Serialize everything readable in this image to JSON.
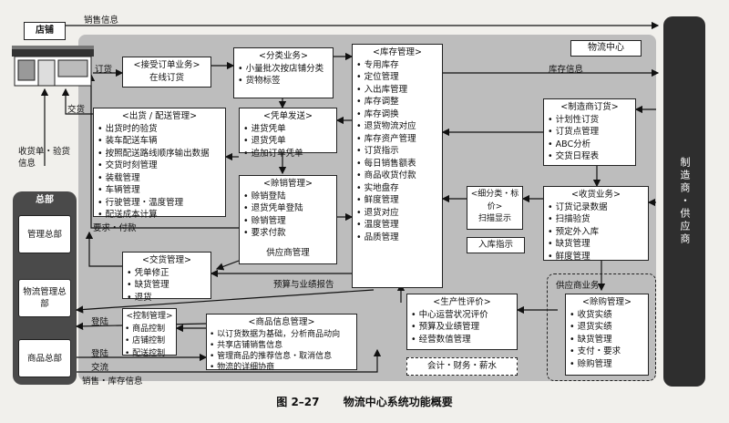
{
  "store": {
    "label": "店铺"
  },
  "center": {
    "label": "物流中心"
  },
  "hq": {
    "label": "总部",
    "mgmt": "管理总部",
    "logistics": "物流管理总部",
    "goods": "商品总部"
  },
  "side": {
    "label": "制造商・供应商"
  },
  "labels": {
    "sales_info": "销售信息",
    "order": "订货",
    "delivery": "交货",
    "receipt": "收货单・验货信息",
    "inventory_info": "库存信息",
    "request_payment": "要求・付款",
    "budget_report": "预算与业绩报告",
    "register1": "登陆",
    "register2": "登陆",
    "exchange": "交流",
    "sales_inventory": "销售・库存信息",
    "supplier_business": "供应商业务",
    "supplier_mgmt": "供应商管理"
  },
  "boxes": {
    "accept_order": {
      "title": "<接受订单业务>",
      "lines": [
        "在线订货"
      ]
    },
    "sorting": {
      "title": "<分类业务>",
      "items": [
        "小量批次按店铺分类",
        "货物标签"
      ]
    },
    "voucher": {
      "title": "<凭单发送>",
      "items": [
        "进货凭单",
        "退货凭单",
        "追加订单凭单"
      ]
    },
    "ship": {
      "title": "<出货 / 配送管理>",
      "items": [
        "出货时的验货",
        "装车配送车辆",
        "按照配送路线顺序输出数据",
        "交货时刻管理",
        "装载管理",
        "车辆管理",
        "行驶管理・温度管理",
        "配送成本计算"
      ]
    },
    "account": {
      "title": "<赊销管理>",
      "items": [
        "赊销登陆",
        "退货凭单登陆",
        "赊销管理",
        "要求付款"
      ]
    },
    "inventory": {
      "title": "<库存管理>",
      "items": [
        "专用库存",
        "定位管理",
        "入出库管理",
        "库存调整",
        "库存调换",
        "退货物流对应",
        "库存资产管理",
        "订货指示",
        "每日销售额表",
        "商品收货付款",
        "实地盘存",
        "鲜度管理",
        "退货对应",
        "温度管理",
        "品质管理"
      ]
    },
    "maker_order": {
      "title": "<制造商订货>",
      "items": [
        "计划性订货",
        "订货点管理",
        "ABC分析",
        "交货日程表"
      ]
    },
    "classify": {
      "title": "<细分类・标价>",
      "lines": [
        "扫描显示"
      ]
    },
    "inbound": {
      "lines": [
        "入库指示"
      ]
    },
    "receiving": {
      "title": "<收货业务>",
      "items": [
        "订货记录数据",
        "扫描验货",
        "预定外入库",
        "缺货管理",
        "鲜度管理"
      ]
    },
    "handover": {
      "title": "<交货管理>",
      "items": [
        "凭单修正",
        "缺货管理",
        "退货"
      ]
    },
    "control": {
      "title": "<控制管理>",
      "items": [
        "商品控制",
        "店铺控制",
        "配送控制"
      ]
    },
    "product_info": {
      "title": "<商品信息管理>",
      "items": [
        "以订货数据为基础，分析商品动向",
        "共享店铺销售信息",
        "管理商品的推荐信息・取消信息",
        "物流的详细协商"
      ]
    },
    "productivity": {
      "title": "<生产性评价>",
      "items": [
        "中心运营状况评价",
        "预算及业绩管理",
        "经营数值管理"
      ]
    },
    "accounting": {
      "lines": [
        "会计・财务・薪水"
      ]
    },
    "purchase": {
      "title": "<赊购管理>",
      "items": [
        "收货实绩",
        "退货实绩",
        "缺货管理",
        "支付・要求",
        "赊购管理"
      ]
    }
  },
  "caption": {
    "num": "图 2–27",
    "text": "物流中心系统功能概要"
  }
}
